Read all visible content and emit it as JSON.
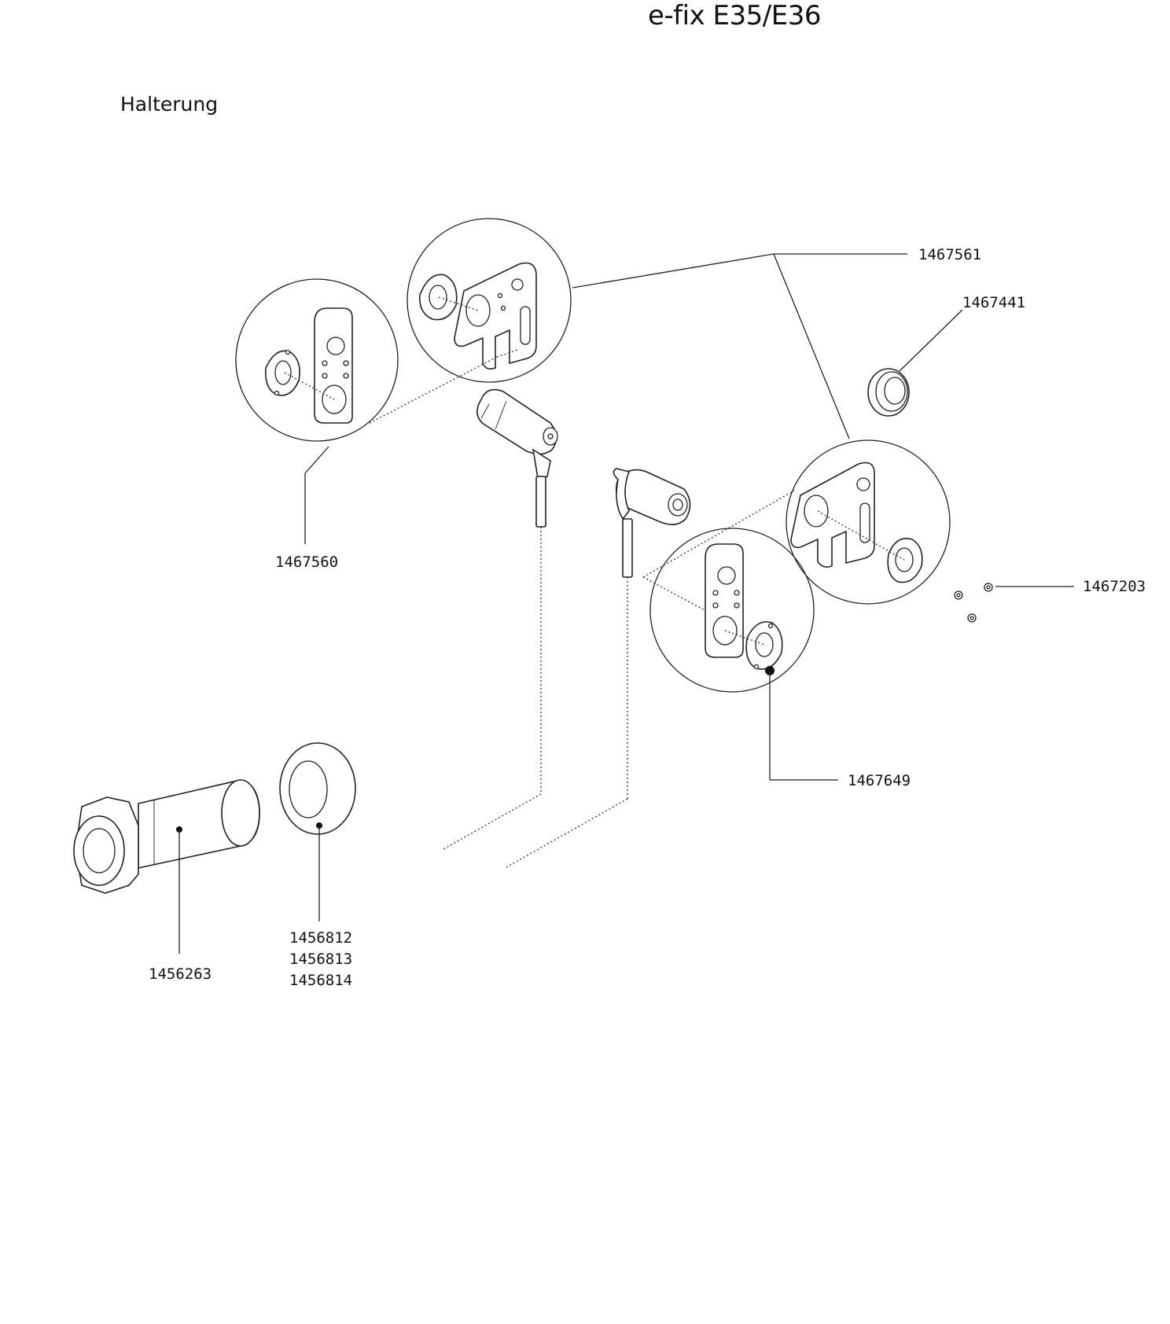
{
  "header": {
    "title": "e-fix E35/E36"
  },
  "section": {
    "title": "Halterung"
  },
  "parts": {
    "p1467561": "1467561",
    "p1467441": "1467441",
    "p1467560": "1467560",
    "p1467203": "1467203",
    "p1467649": "1467649",
    "p1456263": "1456263",
    "p1456812": "1456812",
    "p1456813": "1456813",
    "p1456814": "1456814"
  }
}
